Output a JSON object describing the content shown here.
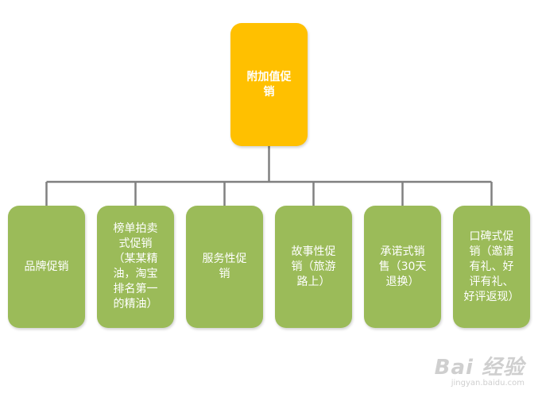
{
  "diagram": {
    "root": {
      "label": "附加值促\n销",
      "color": "#FFC000"
    },
    "child_color": "#9BBB59",
    "line_color": "#808080",
    "children": [
      {
        "label": "品牌促销"
      },
      {
        "label": "榜单拍卖\n式促销\n（某某精\n油，淘宝\n排名第一\n的精油）"
      },
      {
        "label": "服务性促\n销"
      },
      {
        "label": "故事性促\n销（旅游\n路上）"
      },
      {
        "label": "承诺式销\n售（30天\n退换）"
      },
      {
        "label": "口碑式促\n销（邀请\n有礼、好\n评有礼、\n好评返现）"
      }
    ]
  },
  "watermark": {
    "logo": "Bai 经验",
    "url": "jingyan.baidu.com"
  }
}
